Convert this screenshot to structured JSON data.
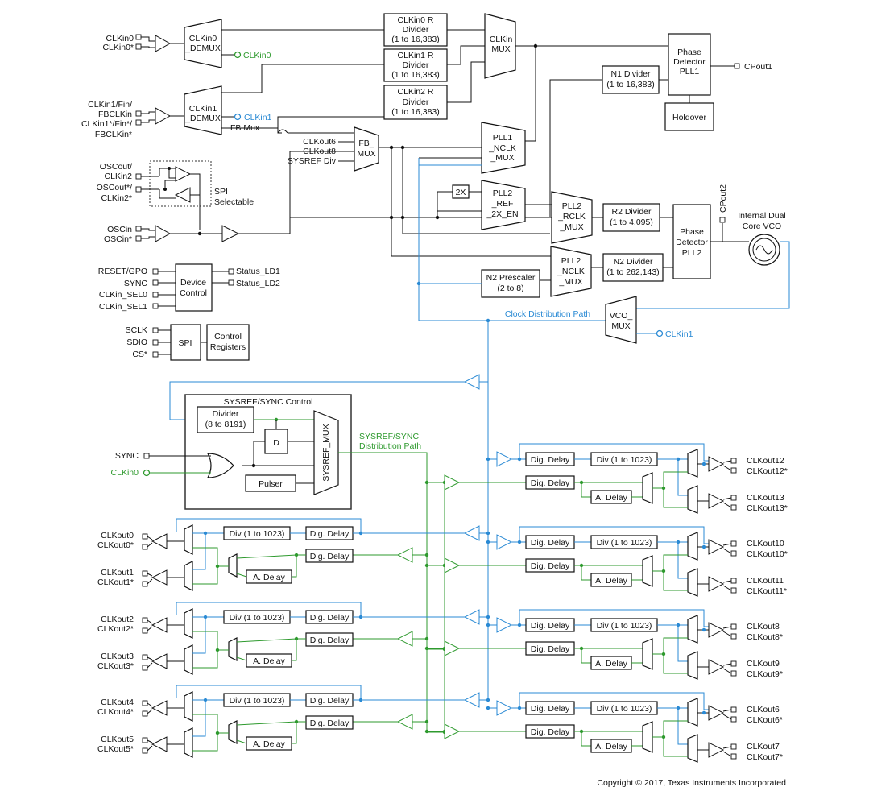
{
  "inputs": {
    "clkin0": "CLKin0",
    "clkin0n": "CLKin0*",
    "clkin1a": "CLKin1/Fin/",
    "clkin1b": "FBCLKin",
    "clkin1c": "CLKin1*/Fin*/",
    "clkin1d": "FBCLKin*",
    "oscout_a": "OSCout/",
    "oscout_b": "CLKin2",
    "oscout_c": "OSCout*/",
    "oscout_d": "CLKin2*",
    "oscin": "OSCin",
    "oscinn": "OSCin*",
    "reset": "RESET/GPO",
    "sync": "SYNC",
    "sel0": "CLKin_SEL0",
    "sel1": "CLKin_SEL1",
    "sclk": "SCLK",
    "sdio": "SDIO",
    "cs": "CS*",
    "sync2": "SYNC",
    "clkin0_g": "CLKin0"
  },
  "blocks": {
    "demux0": [
      "CLKin0",
      "_DEMUX"
    ],
    "demux1": [
      "CLKin1",
      "_DEMUX"
    ],
    "clkin0_tap": "CLKin0",
    "clkin1_tap": "CLKin1",
    "fbmux_label": "FB Mux",
    "r0": [
      "CLKin0 R",
      "Divider",
      "(1 to 16,383)"
    ],
    "r1": [
      "CLKin1 R",
      "Divider",
      "(1 to 16,383)"
    ],
    "r2": [
      "CLKin2 R",
      "Divider",
      "(1 to 16,383)"
    ],
    "clkin_mux": [
      "CLKin",
      "MUX"
    ],
    "pd1": [
      "Phase",
      "Detector",
      "PLL1"
    ],
    "cpout1": "CPout1",
    "n1": [
      "N1 Divider",
      "(1 to 16,383)"
    ],
    "holdover": "Holdover",
    "fb_in1": "CLKout6",
    "fb_in2": "CLKout8",
    "fb_in3": "SYSREF Div",
    "fb_mux": [
      "FB_",
      "MUX"
    ],
    "pll1_nclk": [
      "PLL1",
      "_NCLK",
      "_MUX"
    ],
    "x2": "2X",
    "pll2_ref": [
      "PLL2",
      "_REF",
      "_2X_EN"
    ],
    "spi_sel": [
      "SPI",
      "Selectable"
    ],
    "pll2_rclk": [
      "PLL2",
      "_RCLK",
      "_MUX"
    ],
    "r2div": [
      "R2 Divider",
      "(1 to 4,095)"
    ],
    "pd2": [
      "Phase",
      "Detector",
      "PLL2"
    ],
    "cpout2": "CPout2",
    "vco_label": [
      "Internal Dual",
      "Core VCO"
    ],
    "pll2_nclk": [
      "PLL2",
      "_NCLK",
      "_MUX"
    ],
    "n2div": [
      "N2 Divider",
      "(1 to 262,143)"
    ],
    "n2pre": [
      "N2 Prescaler",
      "(2 to 8)"
    ],
    "clk_dist": "Clock Distribution Path",
    "vco_mux": [
      "VCO_",
      "MUX"
    ],
    "clkin1_vco": "CLKin1",
    "dev_ctrl": [
      "Device",
      "Control"
    ],
    "status1": "Status_LD1",
    "status2": "Status_LD2",
    "spi": "SPI",
    "ctrl_reg": [
      "Control",
      "Registers"
    ],
    "sysref_title": "SYSREF/SYNC Control",
    "sysref_div": [
      "Divider",
      "(8 to 8191)"
    ],
    "d": "D",
    "pulser": "Pulser",
    "sysref_mux": "SYSREF_MUX",
    "sysref_dist": [
      "SYSREF/SYNC",
      "Distribution Path"
    ],
    "div_label": "Div (1 to 1023)",
    "dig_label": "Dig. Delay",
    "adel_label": "A. Delay"
  },
  "outputs_left": [
    {
      "a": "CLKout0",
      "b": "CLKout0*",
      "c": "CLKout1",
      "d": "CLKout1*"
    },
    {
      "a": "CLKout2",
      "b": "CLKout2*",
      "c": "CLKout3",
      "d": "CLKout3*"
    },
    {
      "a": "CLKout4",
      "b": "CLKout4*",
      "c": "CLKout5",
      "d": "CLKout5*"
    }
  ],
  "outputs_right": [
    {
      "a": "CLKout12",
      "b": "CLKout12*",
      "c": "CLKout13",
      "d": "CLKout13*"
    },
    {
      "a": "CLKout10",
      "b": "CLKout10*",
      "c": "CLKout11",
      "d": "CLKout11*"
    },
    {
      "a": "CLKout8",
      "b": "CLKout8*",
      "c": "CLKout9",
      "d": "CLKout9*"
    },
    {
      "a": "CLKout6",
      "b": "CLKout6*",
      "c": "CLKout7",
      "d": "CLKout7*"
    }
  ],
  "copyright": "Copyright © 2017, Texas Instruments Incorporated",
  "colors": {
    "clock": "#2a8ad4",
    "sysref": "#2e9a2e",
    "line": "#111111"
  }
}
